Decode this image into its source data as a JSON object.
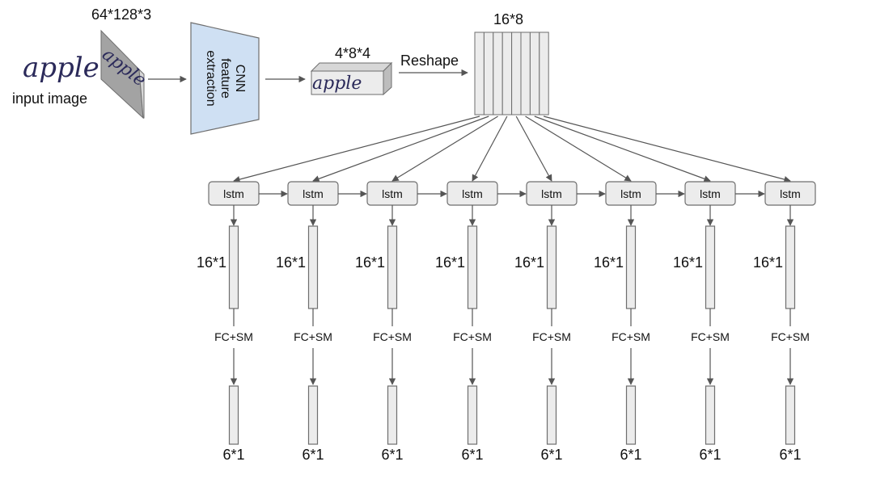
{
  "input": {
    "handwriting": "apple",
    "caption": "input image",
    "dims": "64*128*3",
    "sheet_text": "apple"
  },
  "cnn": {
    "label_lines": [
      "CNN",
      "feature",
      "extraction"
    ],
    "fill": "#cfe0f3"
  },
  "feature_map": {
    "dims": "4*8*4",
    "text": "apple"
  },
  "reshape": {
    "label": "Reshape",
    "dims": "16*8"
  },
  "lstm_cells": [
    "lstm",
    "lstm",
    "lstm",
    "lstm",
    "lstm",
    "lstm",
    "lstm",
    "lstm"
  ],
  "hidden_dims": [
    "16*1",
    "16*1",
    "16*1",
    "16*1",
    "16*1",
    "16*1",
    "16*1",
    "16*1"
  ],
  "fc_labels": [
    "FC+SM",
    "FC+SM",
    "FC+SM",
    "FC+SM",
    "FC+SM",
    "FC+SM",
    "FC+SM",
    "FC+SM"
  ],
  "output_dims": [
    "6*1",
    "6*1",
    "6*1",
    "6*1",
    "6*1",
    "6*1",
    "6*1",
    "6*1"
  ]
}
